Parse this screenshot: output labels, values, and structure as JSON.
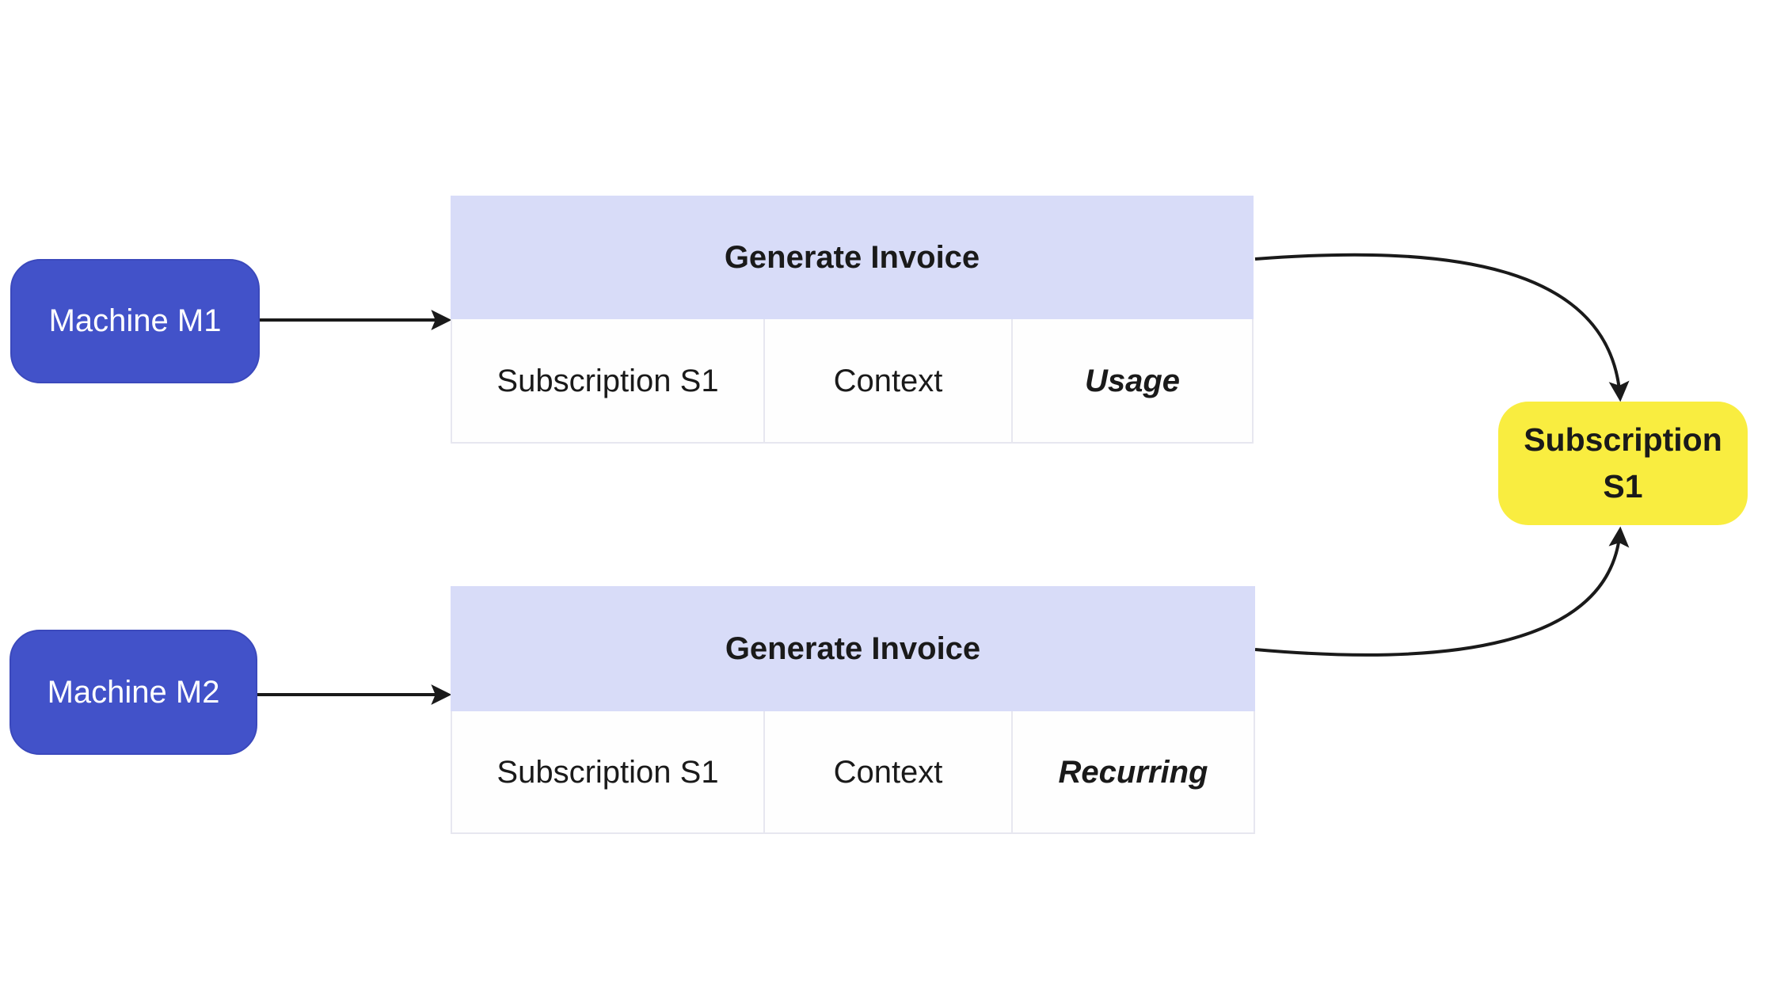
{
  "colors": {
    "machine_fill": "#4252C9",
    "machine_border": "#3B49BC",
    "machine_text": "#FFFFFF",
    "invoice_header_fill": "#D8DCF8",
    "invoice_body_fill": "#FEFEFE",
    "invoice_border": "#E7E7F0",
    "subscription_fill": "#F9ED40",
    "text": "#1A1A1A",
    "edge": "#1A1A1A",
    "background": "#FFFFFF"
  },
  "nodes": {
    "machine_m1": {
      "label": "Machine M1"
    },
    "machine_m2": {
      "label": "Machine M2"
    },
    "invoice_m1": {
      "title": "Generate Invoice",
      "cells": [
        "Subscription S1",
        "Context",
        "Usage"
      ]
    },
    "invoice_m2": {
      "title": "Generate Invoice",
      "cells": [
        "Subscription S1",
        "Context",
        "Recurring"
      ]
    },
    "subscription_s1": {
      "label": "Subscription S1"
    }
  },
  "edges": [
    {
      "from": "machine_m1",
      "to": "invoice_m1"
    },
    {
      "from": "machine_m2",
      "to": "invoice_m2"
    },
    {
      "from": "invoice_m1",
      "to": "subscription_s1"
    },
    {
      "from": "invoice_m2",
      "to": "subscription_s1"
    }
  ]
}
